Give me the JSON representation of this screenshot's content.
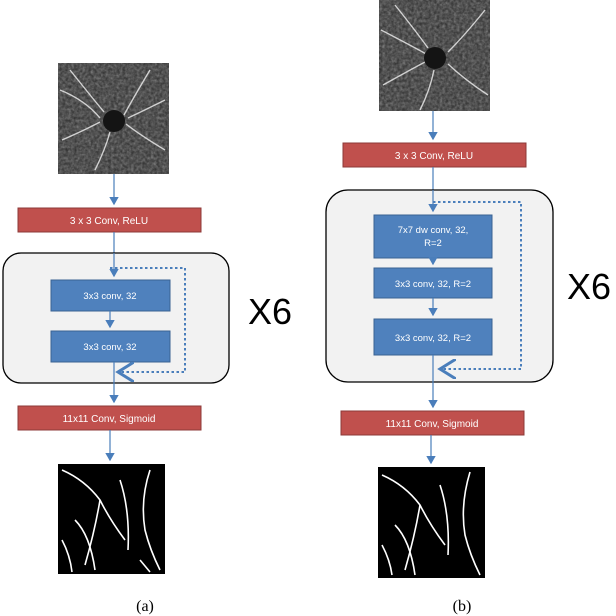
{
  "colors": {
    "red_block": "#c0504d",
    "red_block_border": "#8c3a38",
    "blue_block": "#4f81bd",
    "blue_block_border": "#3a6393",
    "arrow": "#4a7ebb",
    "container_fill": "#f2f2f2",
    "container_border": "#000000"
  },
  "panel_a": {
    "input_image_icon": "retinal-oct-angiography-image",
    "first_layer": "3 x 3 Conv, ReLU",
    "block_layers": [
      "3x3 conv, 32",
      "3x3 conv, 32"
    ],
    "repeat_label": "X6",
    "last_layer": "11x11 Conv, Sigmoid",
    "output_image_icon": "vessel-segmentation-mask",
    "caption": "(a)"
  },
  "panel_b": {
    "input_image_icon": "retinal-oct-angiography-image",
    "first_layer": "3 x 3 Conv, ReLU",
    "block_layers": [
      {
        "line1": "7x7 dw conv, 32,",
        "line2": "R=2"
      },
      {
        "line1": "3x3 conv, 32, R=2",
        "line2": ""
      },
      {
        "line1": "3x3 conv, 32, R=2",
        "line2": ""
      }
    ],
    "repeat_label": "X6",
    "last_layer": "11x11 Conv, Sigmoid",
    "output_image_icon": "vessel-segmentation-mask",
    "caption": "(b)"
  }
}
